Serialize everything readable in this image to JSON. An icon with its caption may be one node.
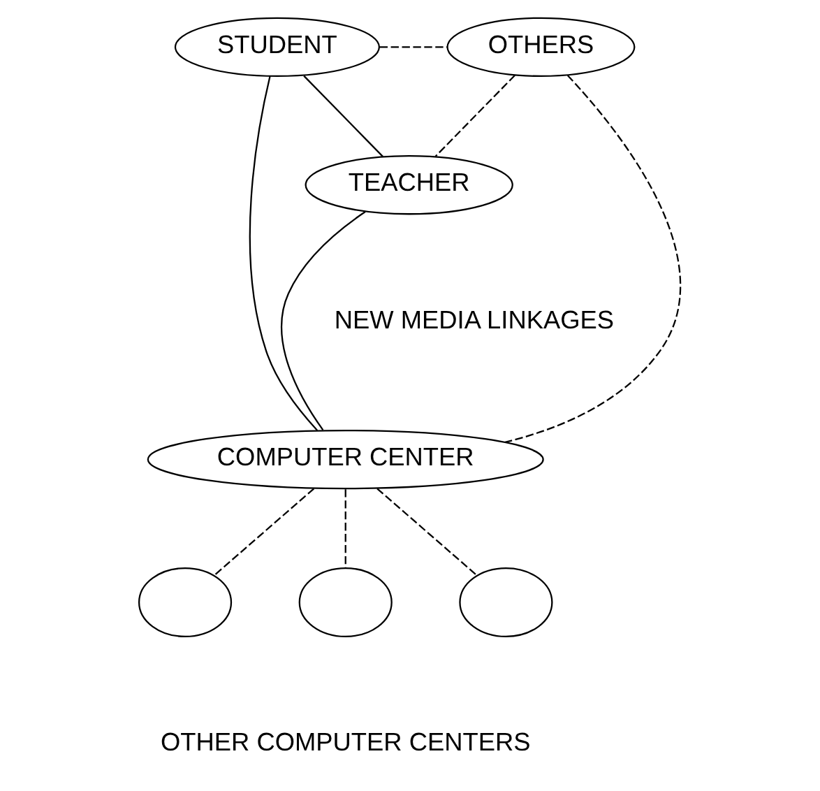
{
  "diagram": {
    "nodes": [
      {
        "text": [
          "STUDENT"
        ]
      },
      {
        "text": [
          "OTHERS"
        ]
      },
      {
        "text": [
          "TEACHER"
        ]
      },
      {
        "text": [
          "COMPUTER CENTER"
        ]
      },
      {
        "text": [],
        "shape": "circle"
      },
      {
        "text": [],
        "shape": "circle"
      },
      {
        "text": [],
        "shape": "circle"
      }
    ],
    "edges": [
      {
        "from": 0,
        "to": 1,
        "arrow": "none",
        "style": "dashed"
      },
      {
        "from": 0,
        "to": 2,
        "arrow": "none"
      },
      {
        "from": 0,
        "to": 3,
        "arrow": "none"
      },
      {
        "from": 1,
        "to": 2,
        "arrow": "none",
        "style": "dashed"
      },
      {
        "from": 1,
        "to": 3,
        "arrow": "none",
        "style": "dashed"
      },
      {
        "from": 2,
        "to": 3,
        "arrow": "none"
      },
      {
        "from": 3,
        "to": 4,
        "arrow": "none",
        "style": "dashed"
      },
      {
        "from": 3,
        "to": 5,
        "arrow": "none",
        "style": "dashed"
      },
      {
        "from": 3,
        "to": 6,
        "arrow": "none",
        "style": "dashed"
      }
    ],
    "labels": [
      "NEW MEDIA LINKAGES",
      "OTHER COMPUTER CENTERS"
    ]
  }
}
